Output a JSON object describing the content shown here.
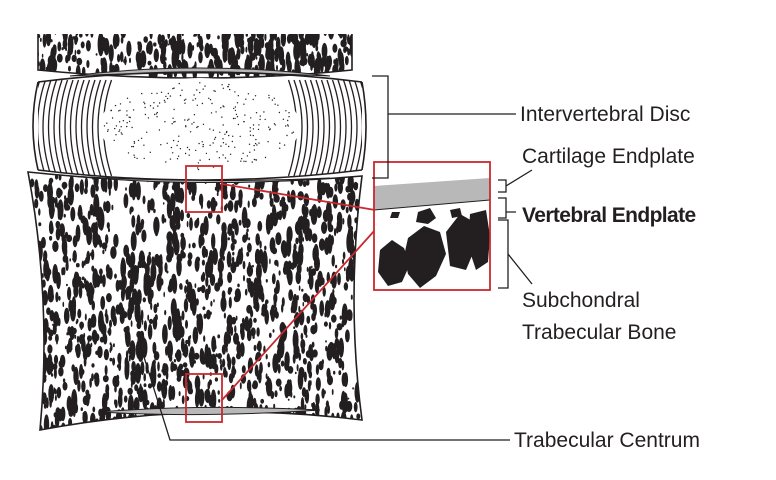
{
  "labels": {
    "intervertebral_disc": "Intervertebral Disc",
    "cartilage_endplate": "Cartilage Endplate",
    "vertebral_endplate": "Vertebral Endplate",
    "subchondral_line1": "Subchondral",
    "subchondral_line2": "Trabecular Bone",
    "trabecular_centrum": "Trabecular Centrum"
  },
  "colors": {
    "ink": "#231f20",
    "highlight_red": "#c8282e",
    "cartilage_gray": "#b8b8b8"
  }
}
